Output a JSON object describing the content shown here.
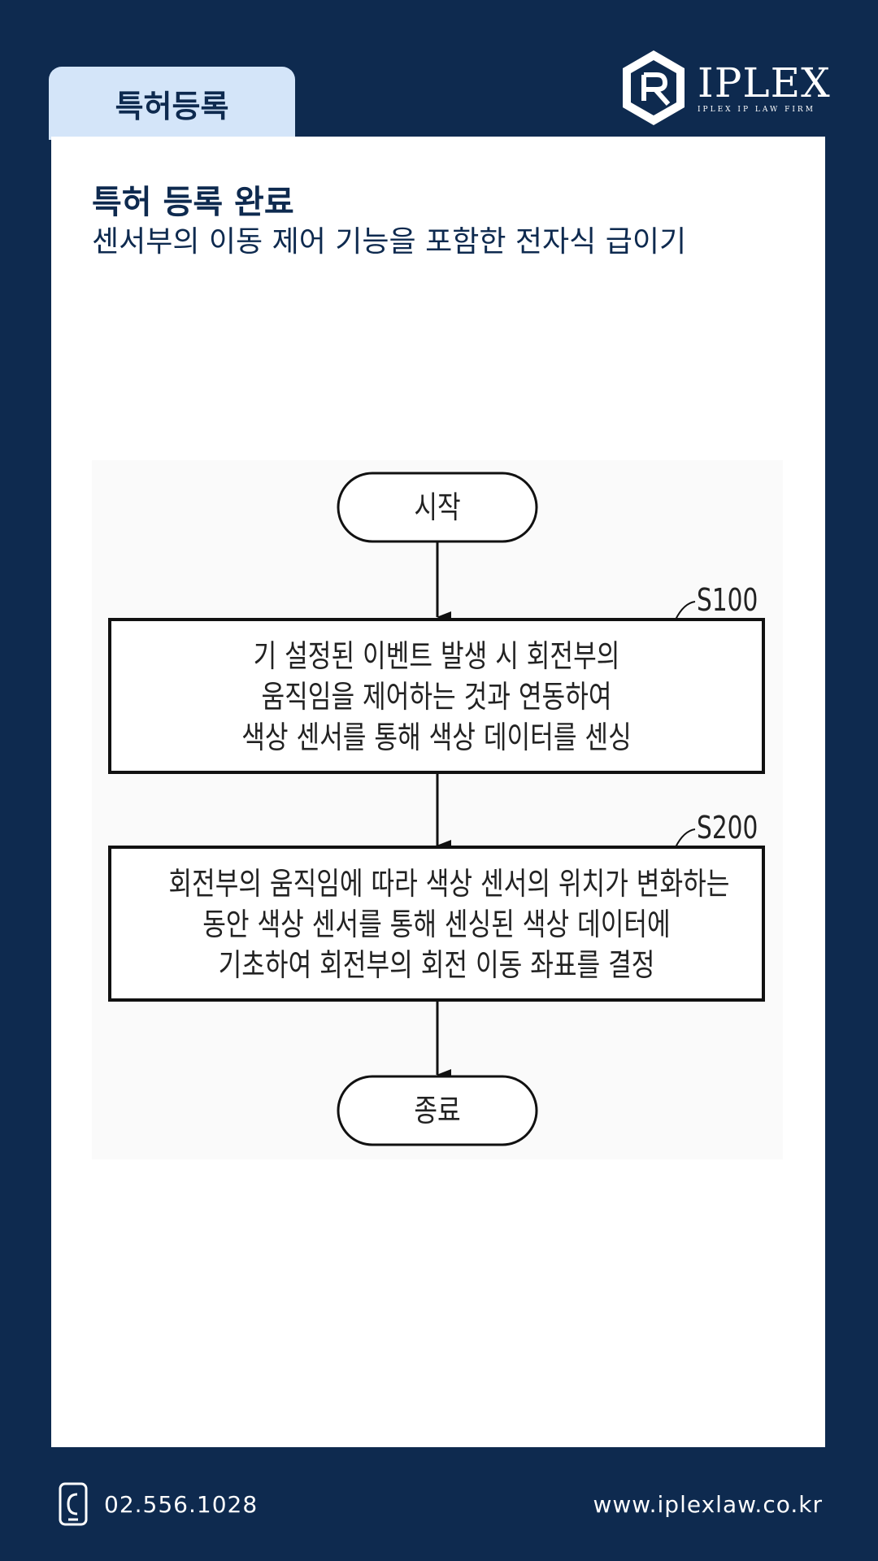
{
  "header": {
    "tab_label": "특허등록",
    "logo": {
      "name": "IPLEX",
      "tagline": "IPLEX IP LAW FIRM"
    }
  },
  "content": {
    "title": "특허 등록 완료",
    "subtitle": "센서부의 이동 제어 기능을 포함한 전자식 급이기"
  },
  "flowchart": {
    "start": "시작",
    "steps": [
      {
        "id": "S100",
        "lines": [
          "기 설정된 이벤트 발생 시 회전부의",
          "움직임을 제어하는 것과 연동하여",
          "색상 센서를 통해 색상 데이터를 센싱"
        ]
      },
      {
        "id": "S200",
        "lines": [
          "회전부의 움직임에 따라 색상 센서의 위치가 변화하는",
          "동안 색상 센서를 통해 센싱된 색상 데이터에",
          "기초하여 회전부의 회전 이동 좌표를 결정"
        ]
      }
    ],
    "end": "종료"
  },
  "footer": {
    "phone": "02.556.1028",
    "website": "www.iplexlaw.co.kr"
  },
  "colors": {
    "background": "#0e2a4f",
    "tab": "#d4e5f9",
    "card": "#ffffff"
  }
}
